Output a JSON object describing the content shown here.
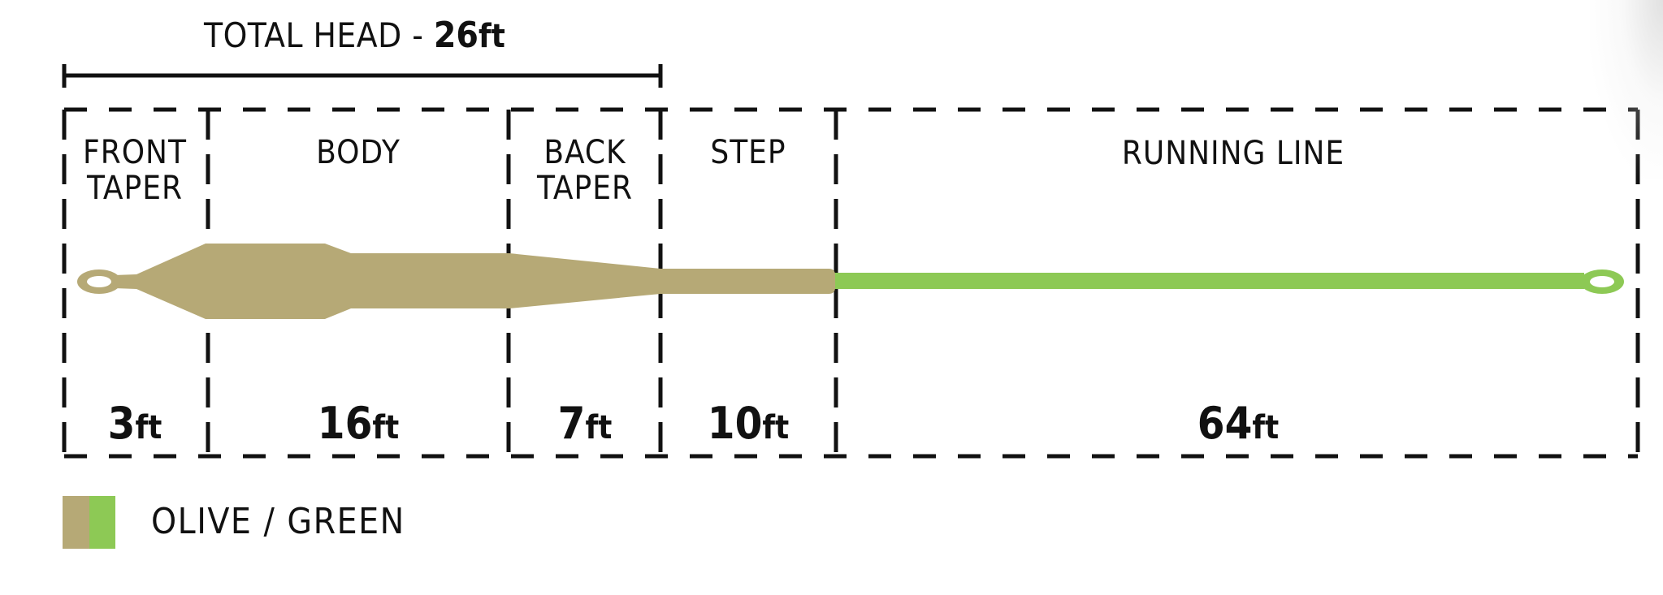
{
  "total_head": {
    "label": "TOTAL HEAD - ",
    "value": "26",
    "unit": "ft"
  },
  "sections": [
    {
      "id": "front-taper",
      "label_line1": "FRONT",
      "label_line2": "TAPER",
      "value": "3",
      "unit": "ft"
    },
    {
      "id": "body",
      "label_line1": "BODY",
      "label_line2": "",
      "value": "16",
      "unit": "ft"
    },
    {
      "id": "back-taper",
      "label_line1": "BACK",
      "label_line2": "TAPER",
      "value": "7",
      "unit": "ft"
    },
    {
      "id": "step",
      "label_line1": "STEP",
      "label_line2": "",
      "value": "10",
      "unit": "ft"
    },
    {
      "id": "running-line",
      "label_line1": "RUNNING LINE",
      "label_line2": "",
      "value": "64",
      "unit": "ft"
    }
  ],
  "legend": {
    "label": "OLIVE / GREEN",
    "colors": {
      "olive": "#b6a976",
      "green": "#8dc955"
    }
  },
  "colors": {
    "head": "#b6a976",
    "running_line": "#8dc955",
    "outline": "#111111",
    "background": "#ffffff"
  }
}
